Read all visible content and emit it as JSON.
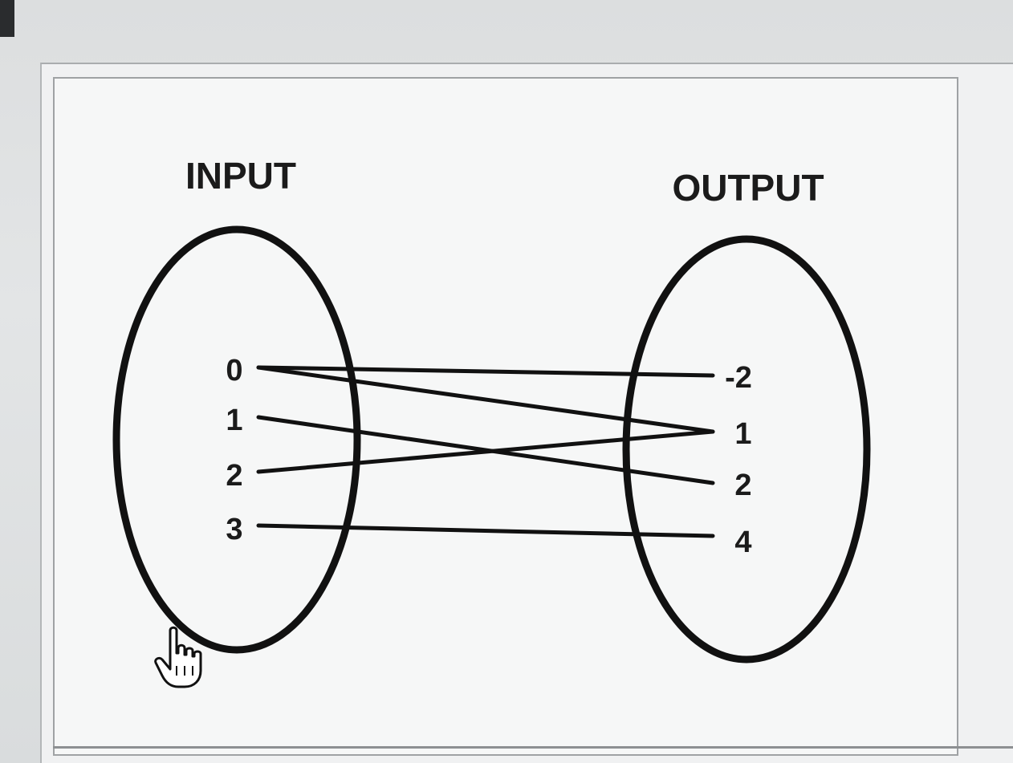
{
  "diagram": {
    "input_label": "INPUT",
    "output_label": "OUTPUT",
    "inputs": [
      "0",
      "1",
      "2",
      "3"
    ],
    "outputs": [
      "-2",
      "1",
      "2",
      "4"
    ],
    "mappings": [
      {
        "from": "0",
        "to": "-2"
      },
      {
        "from": "0",
        "to": "1"
      },
      {
        "from": "1",
        "to": "2"
      },
      {
        "from": "2",
        "to": "1"
      },
      {
        "from": "3",
        "to": "4"
      }
    ]
  },
  "icons": {
    "cursor": "hand-pointer-icon"
  }
}
